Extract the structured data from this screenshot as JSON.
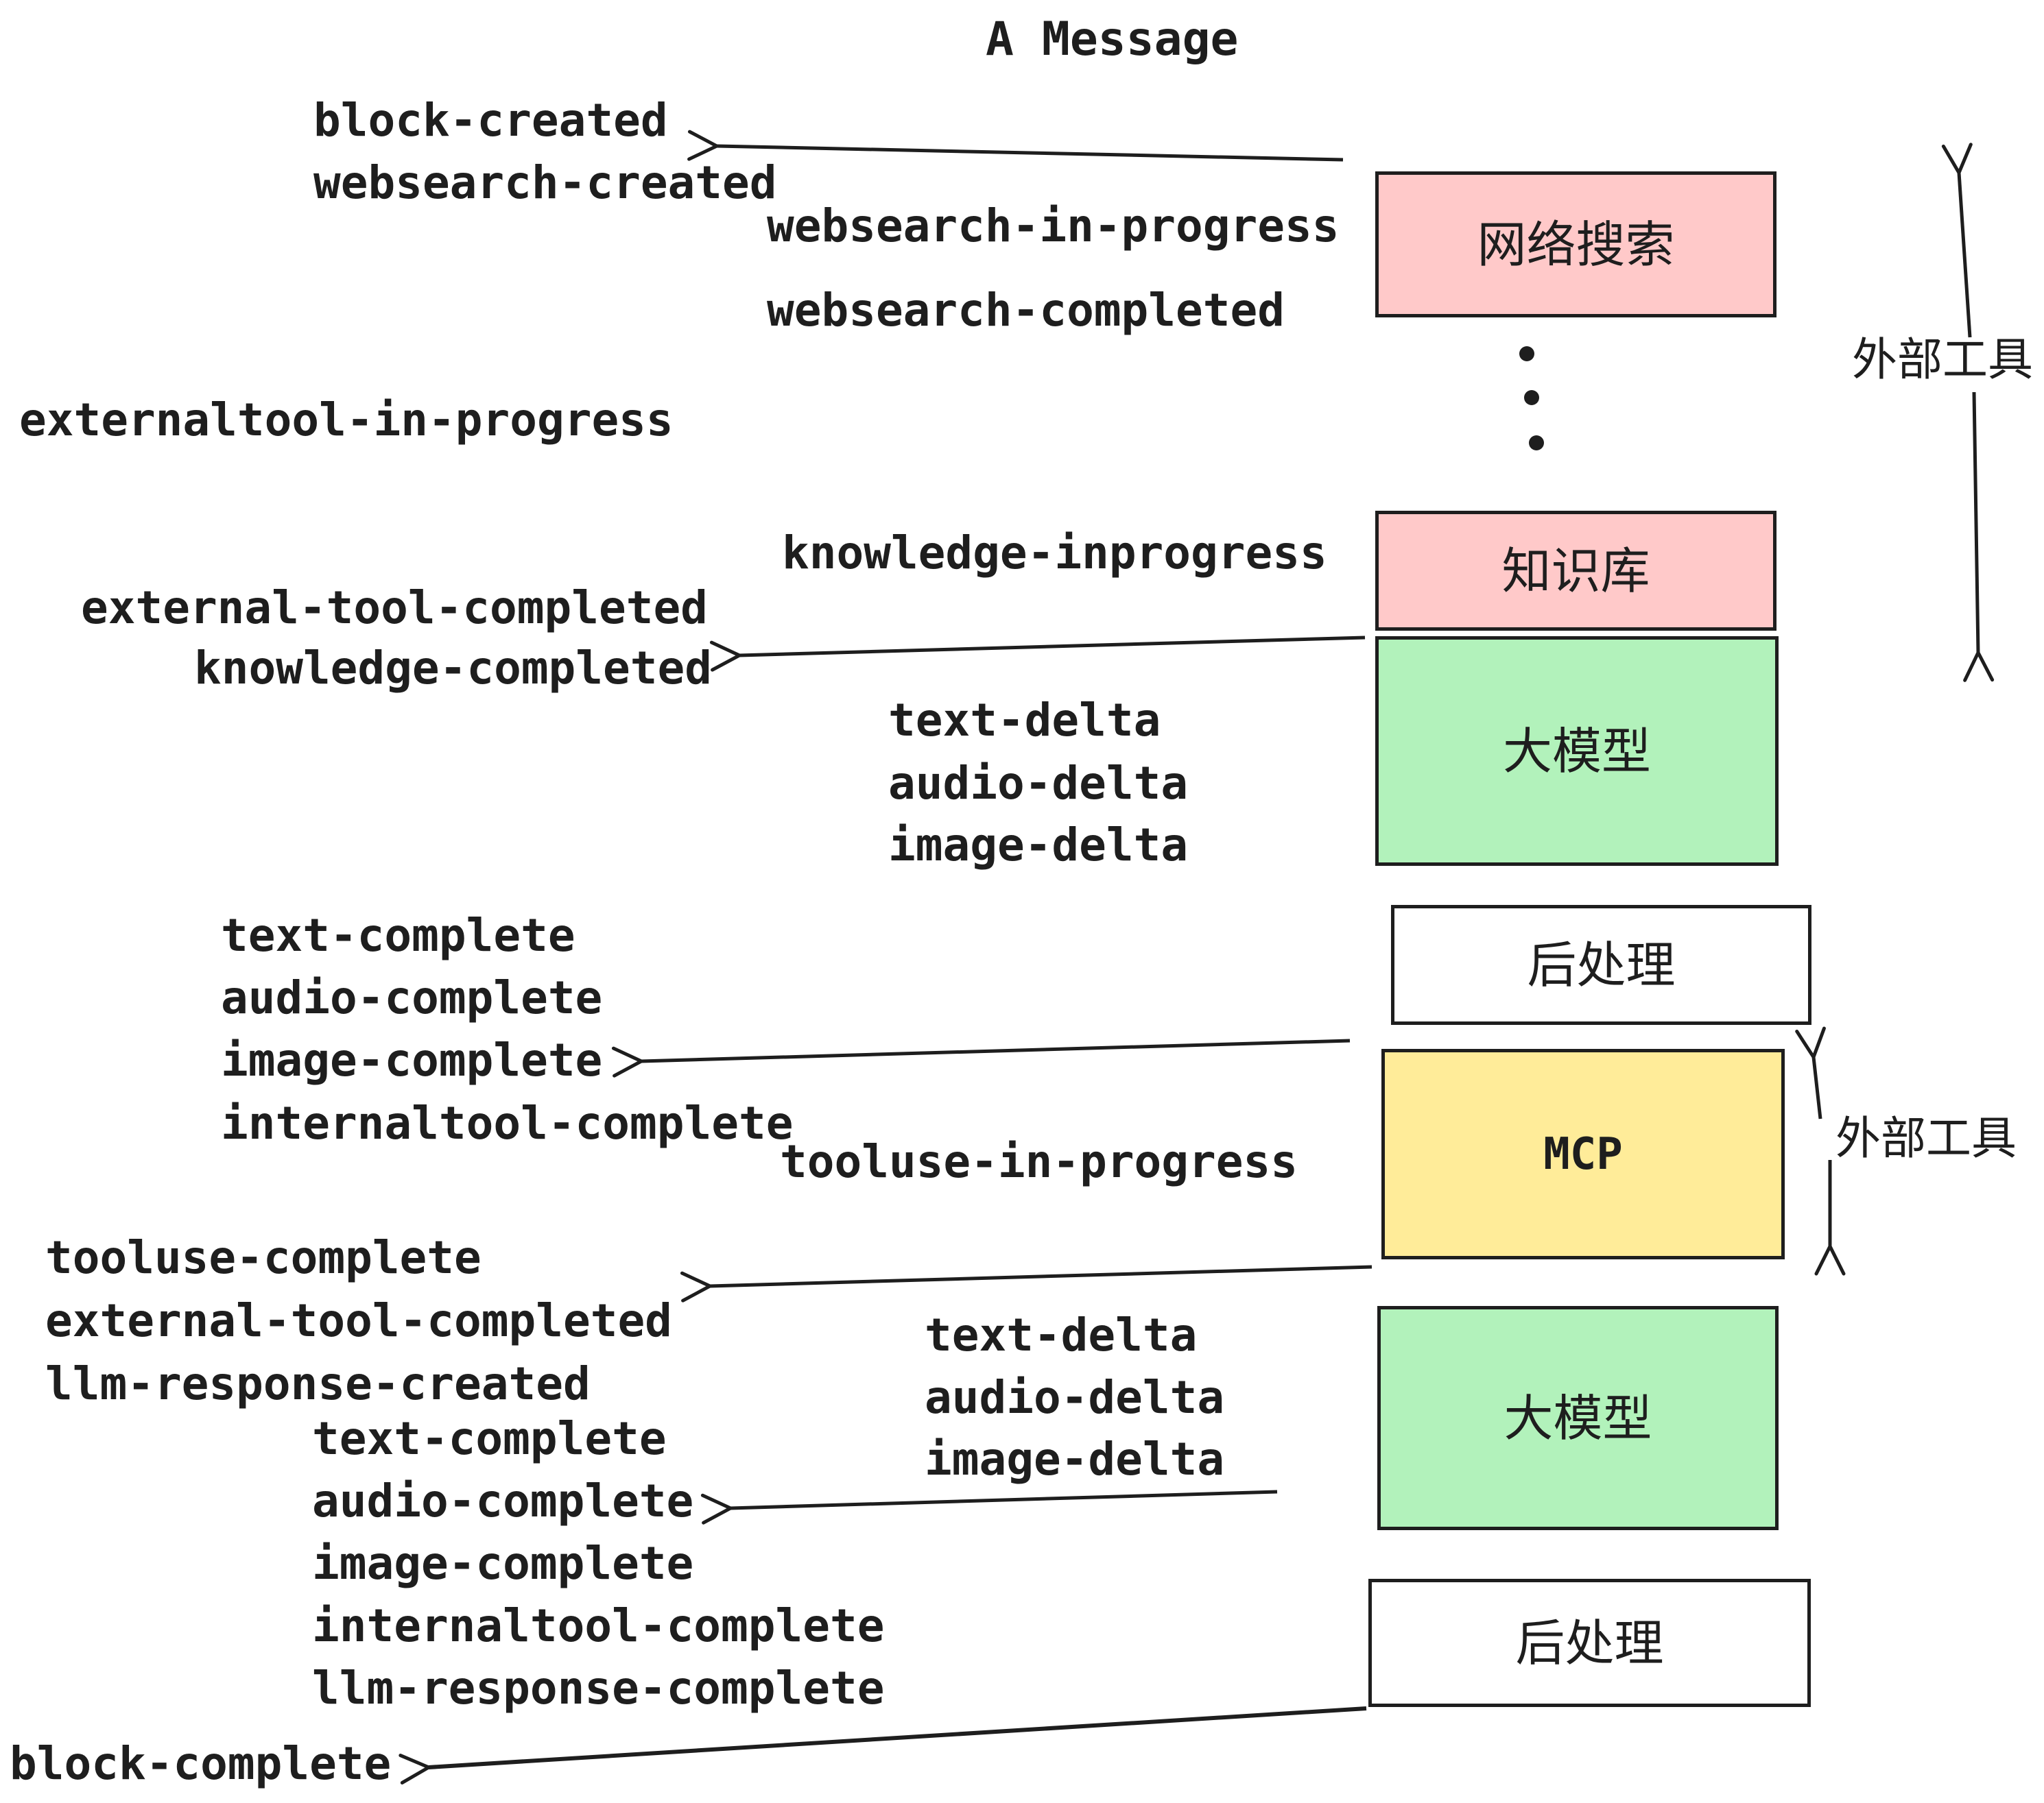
{
  "title": "A Message",
  "events": {
    "block_created": "block-created",
    "websearch_created": "websearch-created",
    "websearch_in_progress": "websearch-in-progress",
    "websearch_completed": "websearch-completed",
    "externaltool_in_progress": "externaltool-in-progress",
    "knowledge_inprogress": "knowledge-inprogress",
    "external_tool_completed": "external-tool-completed",
    "knowledge_completed": "knowledge-completed",
    "text_delta": "text-delta",
    "audio_delta": "audio-delta",
    "image_delta": "image-delta",
    "text_complete": "text-complete",
    "audio_complete": "audio-complete",
    "image_complete": "image-complete",
    "internaltool_complete": "internaltool-complete",
    "tooluse_in_progress": "tooluse-in-progress",
    "tooluse_complete": "tooluse-complete",
    "llm_response_created": "llm-response-created",
    "llm_response_complete": "llm-response-complete",
    "block_complete": "block-complete"
  },
  "boxes": {
    "websearch": {
      "label": "网络搜索",
      "fill": "#ffc9c9"
    },
    "knowledge": {
      "label": "知识库",
      "fill": "#ffc9c9"
    },
    "llm_top": {
      "label": "大模型",
      "fill": "#b2f2bb"
    },
    "postprocess_top": {
      "label": "后处理",
      "fill": "#ffffff"
    },
    "mcp": {
      "label": "MCP",
      "fill": "#ffec99"
    },
    "llm_bottom": {
      "label": "大模型",
      "fill": "#b2f2bb"
    },
    "postprocess_bottom": {
      "label": "后处理",
      "fill": "#ffffff"
    }
  },
  "annotations": {
    "external_tools_top": "外部工具",
    "external_tools_bottom": "外部工具"
  },
  "colors": {
    "stroke": "#1e1e1e",
    "pink": "#ffc9c9",
    "green": "#b2f2bb",
    "yellow": "#ffec99",
    "white": "#ffffff",
    "background": "#ffffff"
  }
}
